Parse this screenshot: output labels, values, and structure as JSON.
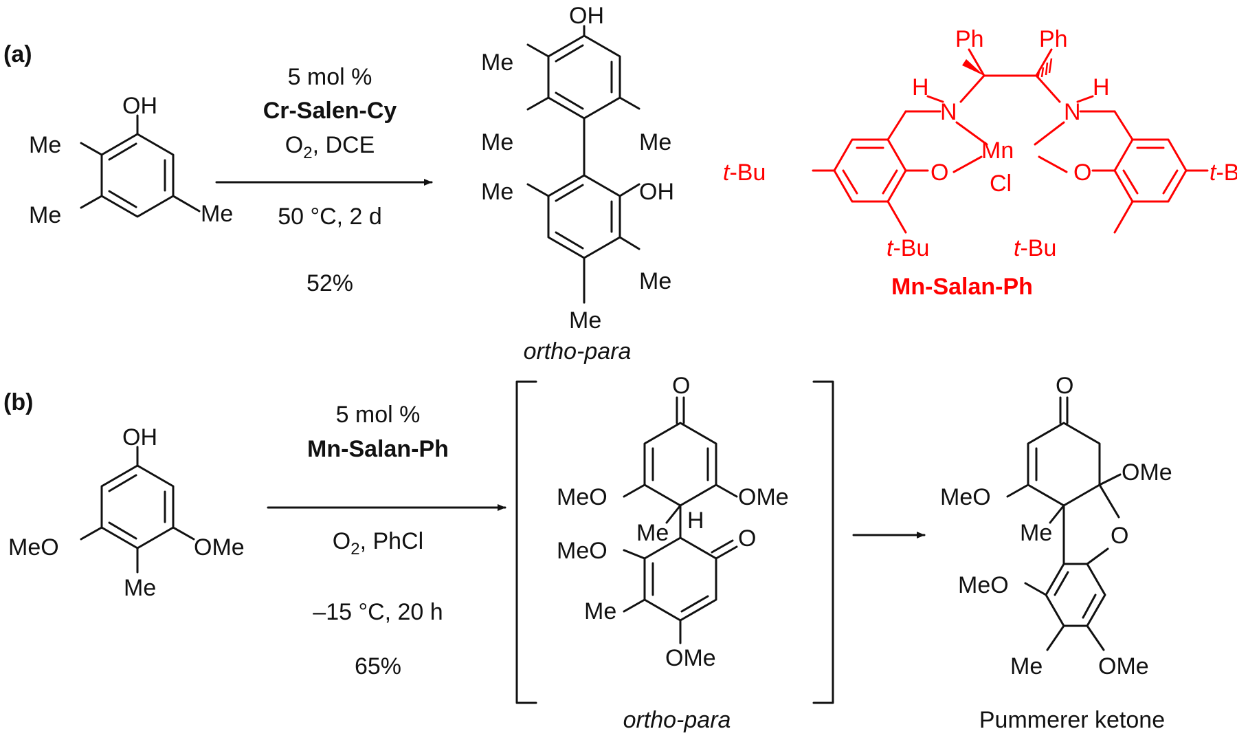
{
  "scheme_a": {
    "label": "(a)",
    "reactant": {
      "oh": "OH",
      "me_top": "Me",
      "me_mid": "Me",
      "me_right": "Me"
    },
    "conditions": {
      "loading": "5 mol %",
      "catalyst": "Cr-Salen-Cy",
      "reagent_prefix": "O",
      "reagent_subscript": "2",
      "reagent_suffix": ", DCE",
      "temp_time": "50 °C, 2 d",
      "yield": "52%"
    },
    "product": {
      "oh_top": "OH",
      "oh_mid": "OH",
      "me_1": "Me",
      "me_2": "Me",
      "me_3": "Me",
      "me_4": "Me",
      "me_5": "Me",
      "me_6": "Me",
      "caption": "ortho-para"
    },
    "catalyst_structure": {
      "ph_left": "Ph",
      "ph_right": "Ph",
      "h_left": "H",
      "h_right": "H",
      "n_left": "N",
      "n_right": "N",
      "metal": "Mn",
      "cl": "Cl",
      "o_left": "O",
      "o_right": "O",
      "tbu_prefix": "t",
      "tbu_suffix": "-Bu",
      "name": "Mn-Salan-Ph",
      "color": "#ff0000"
    }
  },
  "scheme_b": {
    "label": "(b)",
    "reactant": {
      "oh": "OH",
      "meo": "MeO",
      "ome": "OMe",
      "me": "Me"
    },
    "conditions": {
      "loading": "5 mol %",
      "catalyst": "Mn-Salan-Ph",
      "reagent_prefix": "O",
      "reagent_subscript": "2",
      "reagent_suffix": ", PhCl",
      "temp_time": "–15 °C, 20 h",
      "yield": "65%"
    },
    "intermediate": {
      "o_top": "O",
      "o_right": "O",
      "meo_1": "MeO",
      "ome_1": "OMe",
      "me_1": "Me",
      "h": "H",
      "meo_2": "MeO",
      "me_2": "Me",
      "ome_2": "OMe",
      "caption": "ortho-para"
    },
    "product": {
      "o_top": "O",
      "ome_top": "OMe",
      "meo_1": "MeO",
      "me_1": "Me",
      "o_ring": "O",
      "meo_2": "MeO",
      "me_2": "Me",
      "ome_2": "OMe",
      "caption": "Pummerer ketone"
    }
  }
}
